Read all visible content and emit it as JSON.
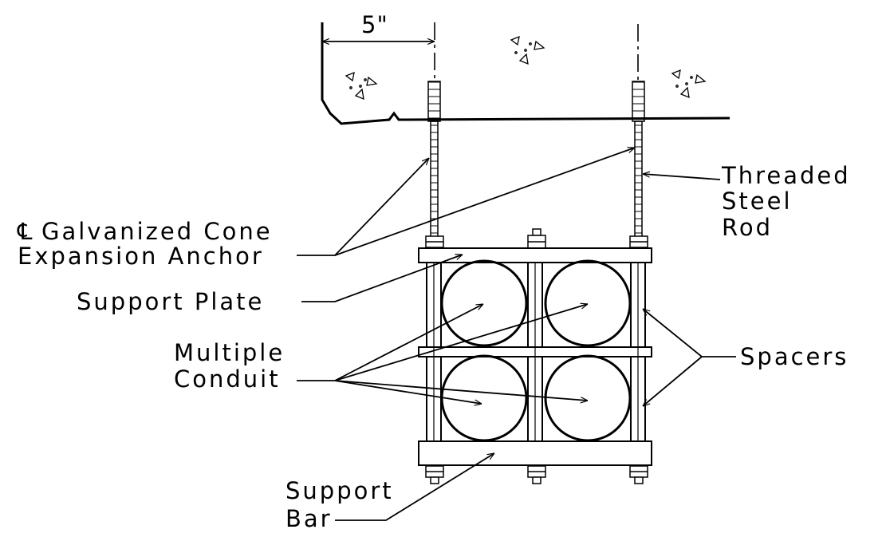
{
  "dimension": {
    "value": "5\""
  },
  "labels": {
    "anchor_line1": "Galvanized Cone",
    "anchor_line2": "Expansion Anchor",
    "centerline_symbol": "℄",
    "rod_line1": "Threaded",
    "rod_line2": "Steel",
    "rod_line3": "Rod",
    "plate": "Support Plate",
    "conduit_line1": "Multiple",
    "conduit_line2": "Conduit",
    "spacers": "Spacers",
    "bar_line1": "Support",
    "bar_line2": "Bar"
  },
  "colors": {
    "line": "#000000",
    "background": "#ffffff"
  }
}
